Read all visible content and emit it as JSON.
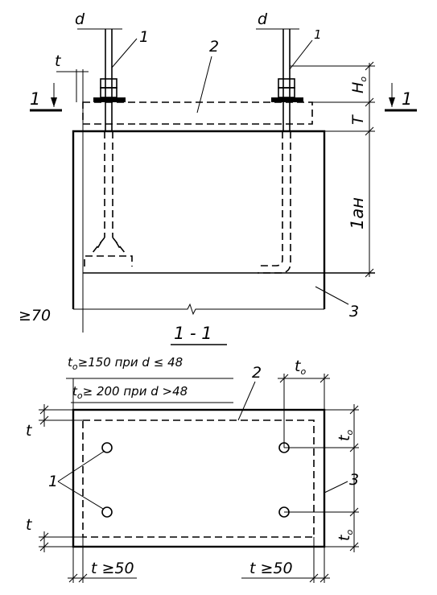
{
  "elevation": {
    "dim_d_left": "d",
    "dim_d_right": "d",
    "dim_t": "t",
    "dim_H0_main": "H",
    "dim_H0_sub": "o",
    "dim_T": "T",
    "dim_lan": "1ан",
    "callout_1_left": "1",
    "callout_1_right": "1",
    "callout_2": "2",
    "callout_3": "3",
    "section_mark_left": "1",
    "section_mark_right": "1",
    "min_depth": "≥70"
  },
  "plan": {
    "section_title": "1 - 1",
    "t0_main": "t",
    "t0_sub": "o",
    "note_1_tail": "≥150 при d ≤ 48",
    "note_2_tail": "≥ 200 при d >48",
    "dim_t0_top": "t",
    "dim_t0_top_sub": "o",
    "dim_t0_right_upper": "t",
    "dim_t0_right_upper_sub": "o",
    "dim_t0_right_lower": "t",
    "dim_t0_right_lower_sub": "o",
    "dim_t_left_upper": "t",
    "dim_t_left_lower": "t",
    "dim_t_bottom_left": "t ≥50",
    "dim_t_bottom_right": "t ≥50",
    "callout_1": "1",
    "callout_2": "2",
    "callout_3": "3"
  }
}
